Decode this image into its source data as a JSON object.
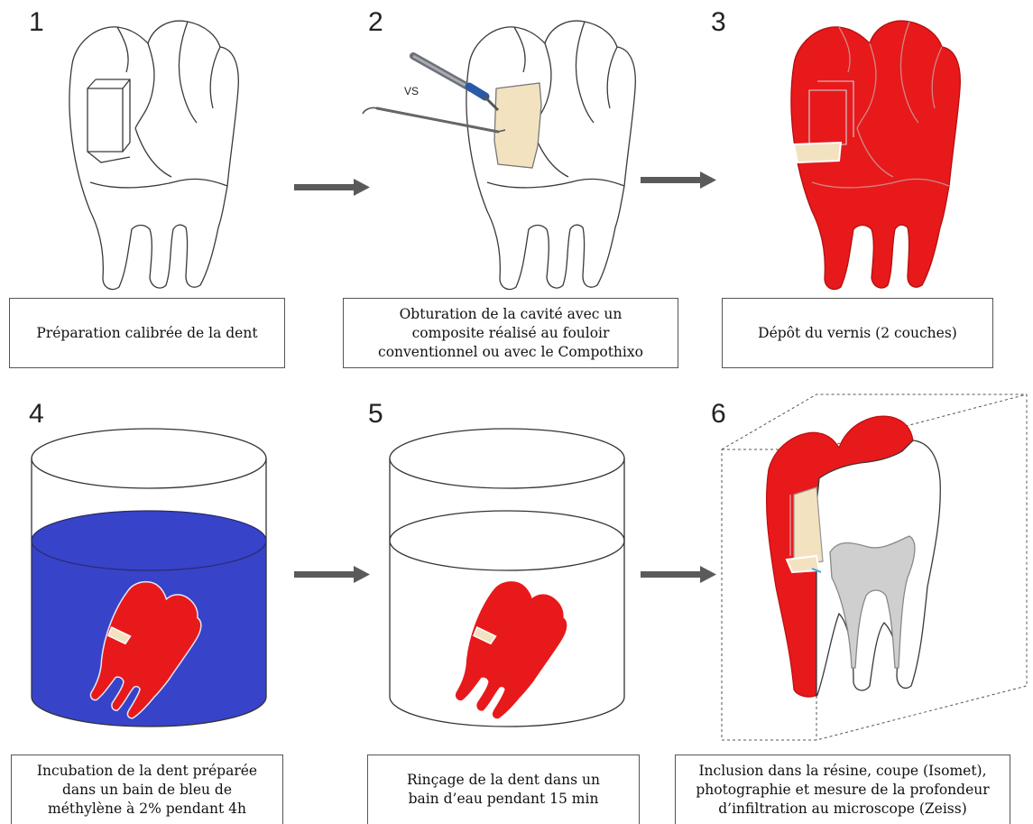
{
  "steps": [
    {
      "number": "1",
      "caption": [
        "Préparation calibrée de la dent"
      ]
    },
    {
      "number": "2",
      "caption": [
        "Obturation de la cavité avec un",
        "composite réalisé au fouloir",
        "conventionnel ou avec le Compothixo"
      ],
      "instrument_label": "VS"
    },
    {
      "number": "3",
      "caption": [
        "Dépôt du vernis (2 couches)"
      ]
    },
    {
      "number": "4",
      "caption": [
        "Incubation de la dent préparée",
        "dans un bain de bleu de",
        "méthylène à 2% pendant 4h"
      ]
    },
    {
      "number": "5",
      "caption": [
        "Rinçage de la dent dans un",
        "bain d’eau pendant 15 min"
      ]
    },
    {
      "number": "6",
      "caption": [
        "Inclusion dans la résine, coupe (Isomet),",
        "photographie et mesure de la profondeur",
        "d’infiltration au microscope (Zeiss)"
      ]
    }
  ],
  "colors": {
    "varnish_red": "#e8191b",
    "composite": "#f3e2c0",
    "methylene_blue": "#3743c9",
    "outline": "#3a3a3a",
    "arrow": "#5a5a5a",
    "pulp_gray": "#cfcfcf"
  }
}
